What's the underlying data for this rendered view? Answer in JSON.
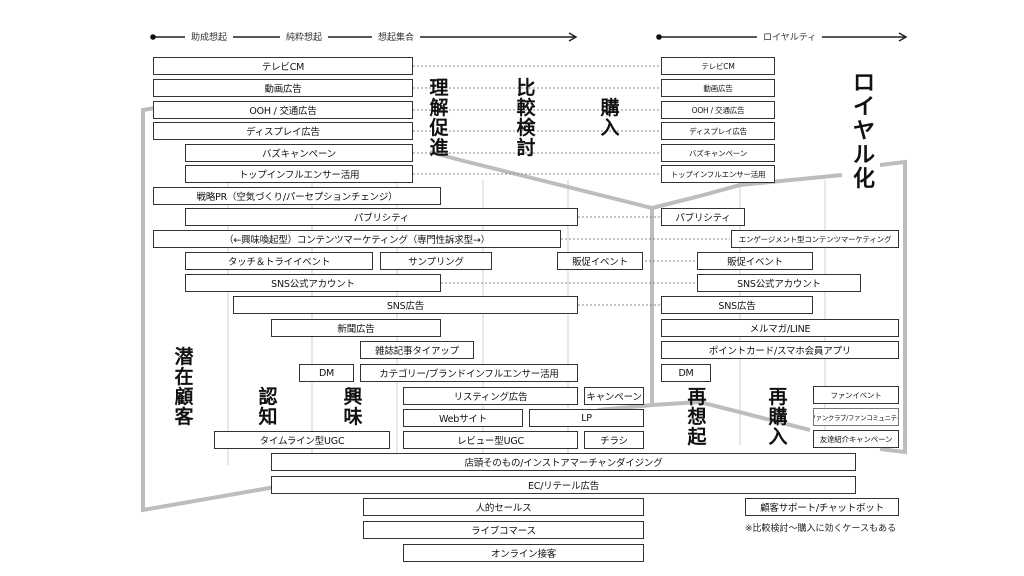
{
  "axis_left": {
    "labels": [
      "助成想起",
      "純粋想起",
      "想起集合"
    ]
  },
  "axis_right": {
    "labels": [
      "ロイヤルティ"
    ]
  },
  "stages": {
    "riikai": "理解促進",
    "hikaku": "比較検討",
    "kounyu": "購入",
    "loyalty": "ロイヤル化",
    "senzai": "潜在顧客",
    "ninchi": "認知",
    "kyomi": "興味",
    "saisouki": "再想起",
    "saikounyu": "再購入"
  },
  "left_boxes": [
    "テレビCM",
    "動画広告",
    "OOH / 交通広告",
    "ディスプレイ広告",
    "バズキャンペーン",
    "トップインフルエンサー活用",
    "戦略PR（空気づくり/パーセプションチェンジ）",
    "パブリシティ",
    "（←興味喚起型）コンテンツマーケティング（専門性訴求型→）",
    "タッチ＆トライイベント",
    "サンプリング",
    "販促イベント",
    "SNS公式アカウント",
    "SNS広告",
    "新聞広告",
    "雑誌記事タイアップ",
    "DM",
    "カテゴリー/ブランドインフルエンサー活用",
    "リスティング広告",
    "キャンペーン",
    "Webサイト",
    "LP",
    "タイムライン型UGC",
    "レビュー型UGC",
    "チラシ",
    "店頭そのもの/インストアマーチャンダイジング",
    "EC/リテール広告",
    "人的セールス",
    "ライブコマース",
    "オンライン接客"
  ],
  "right_boxes": [
    "テレビCM",
    "動画広告",
    "OOH / 交通広告",
    "ディスプレイ広告",
    "バズキャンペーン",
    "トップインフルエンサー活用",
    "パブリシティ",
    "エンゲージメント型コンテンツマーケティング",
    "販促イベント",
    "SNS公式アカウント",
    "SNS広告",
    "メルマガ/LINE",
    "ポイントカード/スマホ会員アプリ",
    "DM",
    "ファンイベント",
    "ファンクラブ/ファンコミュニティ",
    "友達紹介キャンペーン",
    "顧客サポート/チャットボット"
  ],
  "note": "※比較検討～購入に効くケースもある"
}
